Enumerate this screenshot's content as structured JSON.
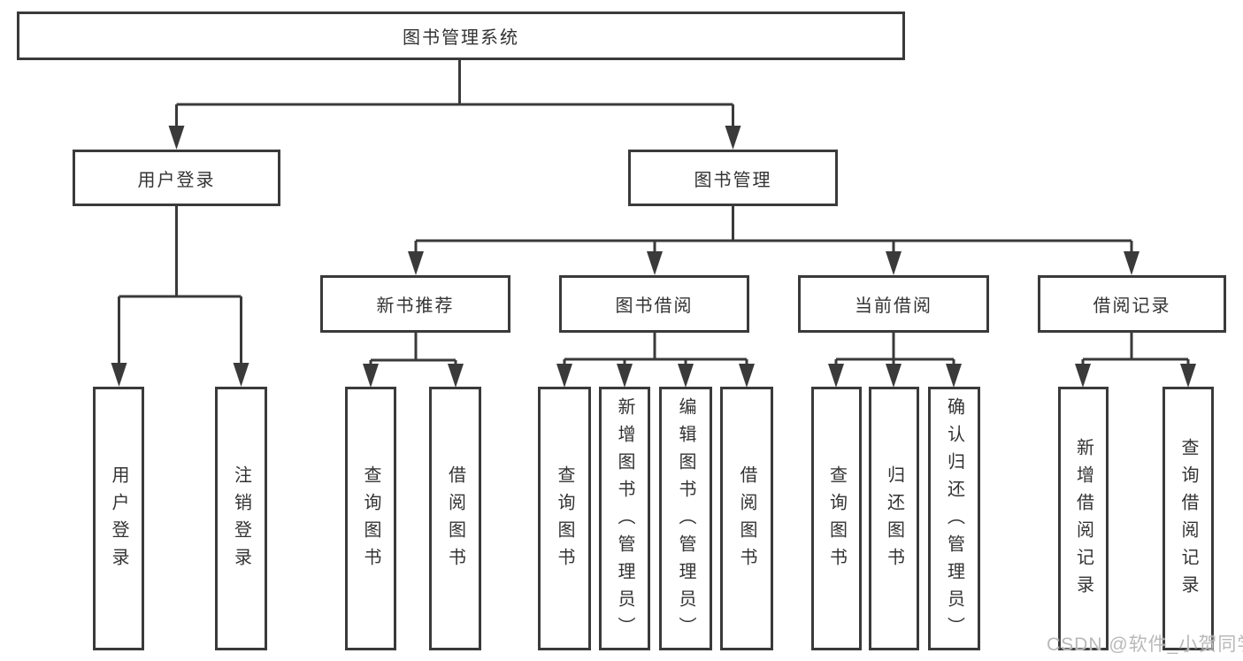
{
  "diagram": {
    "title": "图书管理系统",
    "nodes": {
      "root": "图书管理系统",
      "user_login": "用户登录",
      "book_mgmt": "图书管理",
      "user_login_leaf": "用户登录",
      "logout_leaf": "注销登录",
      "new_book_rec": "新书推荐",
      "book_borrow": "图书借阅",
      "current_borrow": "当前借阅",
      "borrow_record": "借阅记录",
      "nb_query": "查询图书",
      "nb_borrow": "借阅图书",
      "bb_query": "查询图书",
      "bb_add": "新增图书（管理员）",
      "bb_edit": "编辑图书（管理员）",
      "bb_borrow": "借阅图书",
      "cb_query": "查询图书",
      "cb_return": "归还图书",
      "cb_confirm": "确认归还（管理员）",
      "br_add": "新增借阅记录",
      "br_query": "查询借阅记录"
    }
  },
  "watermark": "CSDN @软件_小贺同学",
  "colors": {
    "line": "#3a3a3a",
    "border": "#3a3a3a",
    "text": "#333333",
    "bg": "#ffffff",
    "watermark": "#b9b9b9"
  }
}
